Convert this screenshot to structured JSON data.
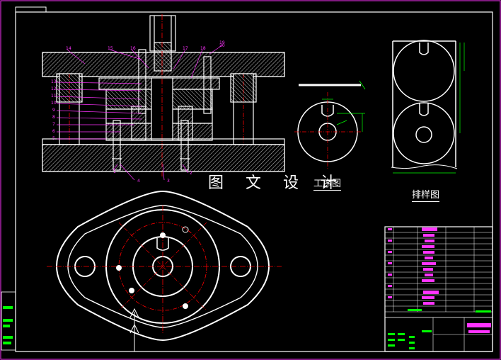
{
  "watermark": "图 文 设 计",
  "process_label": "工序图",
  "layout_label": "排样图",
  "part_numbers": [
    "14",
    "15",
    "16",
    "17",
    "18",
    "19",
    "20",
    "13",
    "12",
    "11",
    "10",
    "9",
    "8",
    "7",
    "6",
    "5",
    "4",
    "3",
    "2",
    "1"
  ],
  "colors": {
    "background": "#000000",
    "outline": "#ffffff",
    "frame": "#ff33ff",
    "centerline": "#ff0000",
    "dimension": "#00ff00",
    "title_fill": "#ff33ff"
  }
}
